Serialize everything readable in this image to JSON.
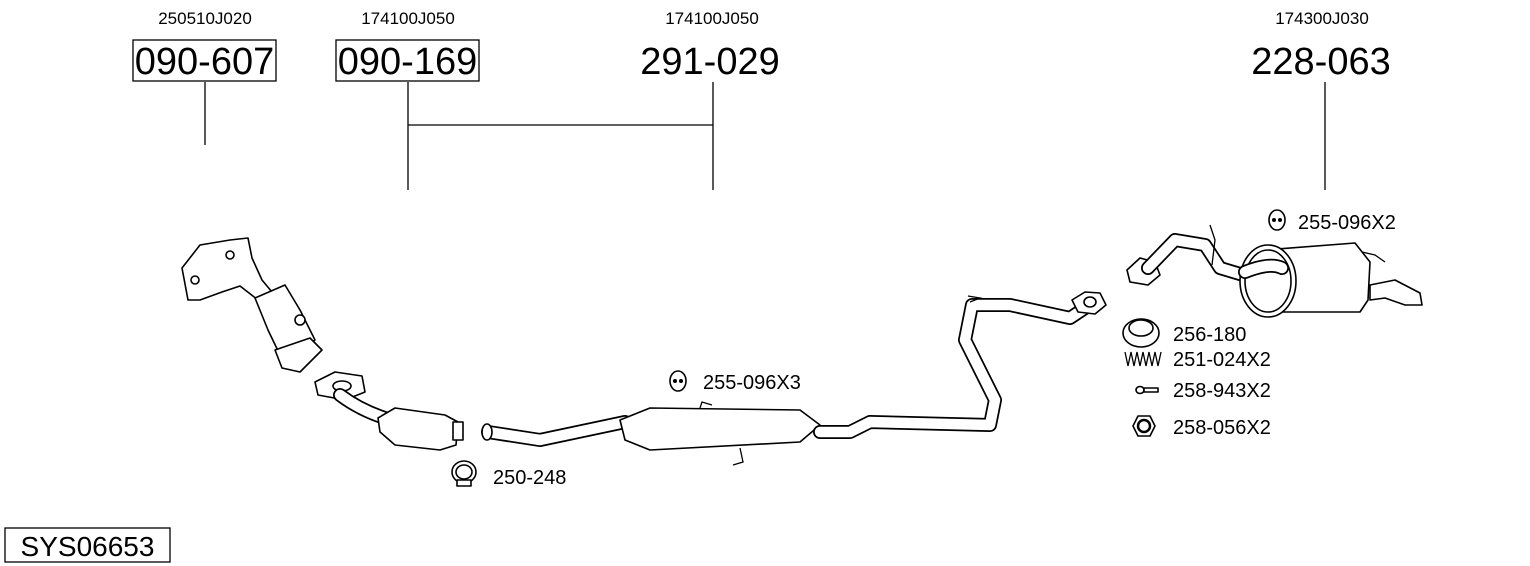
{
  "system_code": "SYS06653",
  "parts": [
    {
      "oem": "250510J020",
      "number": "090-607",
      "boxed": true
    },
    {
      "oem": "174100J050",
      "number": "090-169",
      "boxed": true
    },
    {
      "oem": "174100J050",
      "number": "291-029",
      "boxed": false
    },
    {
      "oem": "174300J030",
      "number": "228-063",
      "boxed": false
    }
  ],
  "accessories": {
    "clamp": {
      "label": "250-248",
      "icon": "clamp-icon"
    },
    "mount_mid": {
      "label": "255-096X3",
      "icon": "rubber-mount-icon"
    },
    "mount_rear": {
      "label": "255-096X2",
      "icon": "rubber-mount-icon"
    },
    "gasket": {
      "label": "256-180",
      "icon": "gasket-ring-icon"
    },
    "spring": {
      "label": "251-024X2",
      "icon": "spring-icon"
    },
    "bolt": {
      "label": "258-943X2",
      "icon": "bolt-icon"
    },
    "nut": {
      "label": "258-056X2",
      "icon": "hex-nut-icon"
    }
  }
}
